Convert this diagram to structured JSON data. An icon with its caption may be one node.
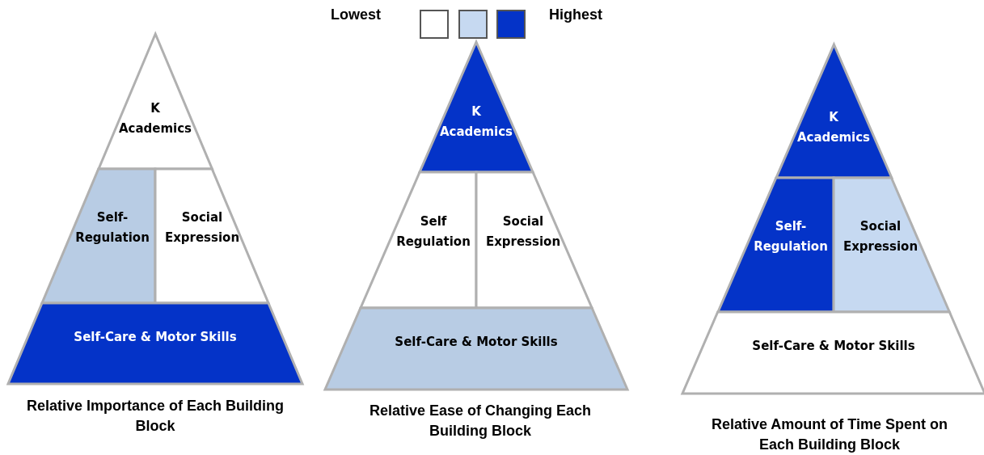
{
  "diagram": {
    "nodes": [
      {
        "text": [
          "K Academics"
        ]
      },
      {
        "text": [
          "Self- Regulation"
        ]
      },
      {
        "text": [
          "Social Expression"
        ]
      },
      {
        "text": [
          "Self-Care & Motor Skills"
        ]
      },
      {
        "text": [
          "K Academics"
        ]
      },
      {
        "text": [
          "Self Regulation"
        ]
      },
      {
        "text": [
          "Social Expression"
        ]
      },
      {
        "text": [
          "Self-Care & Motor Skills"
        ]
      },
      {
        "text": [
          "K Academics"
        ]
      },
      {
        "text": [
          "Self- Regulation"
        ]
      },
      {
        "text": [
          "Social Expression"
        ]
      },
      {
        "text": [
          "Self-Care & Motor Skills"
        ]
      }
    ],
    "labels": [
      "Relative Importance of Each Building Block",
      "Relative Ease of Changing Each Building Block",
      "Relative Amount of Time Spent on Each Building Block"
    ],
    "legend": [
      {
        "text": "Lowest",
        "color": "#ffffff"
      },
      {
        "text": "Highest",
        "color": "#0433c8"
      }
    ]
  }
}
